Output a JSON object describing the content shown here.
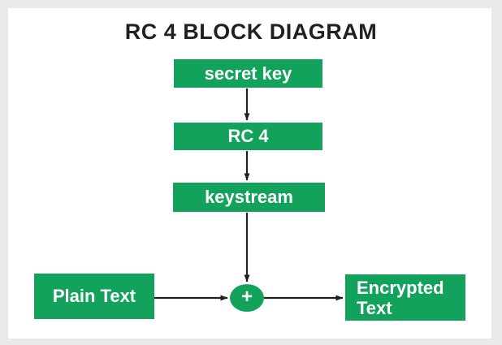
{
  "page": {
    "title": "RC 4 BLOCK DIAGRAM"
  },
  "diagram": {
    "nodes": {
      "secret_key": {
        "label": "secret key"
      },
      "rc4": {
        "label": "RC 4"
      },
      "keystream": {
        "label": "keystream"
      },
      "plain_text": {
        "label": "Plain Text"
      },
      "xor": {
        "label": "+"
      },
      "encrypted_text": {
        "label": "Encrypted Text"
      }
    }
  },
  "colors": {
    "node_fill": "#12a25b",
    "node_text": "#ffffff",
    "arrow": "#231f20",
    "background": "#ffffff",
    "frame": "#e9e9e9"
  }
}
